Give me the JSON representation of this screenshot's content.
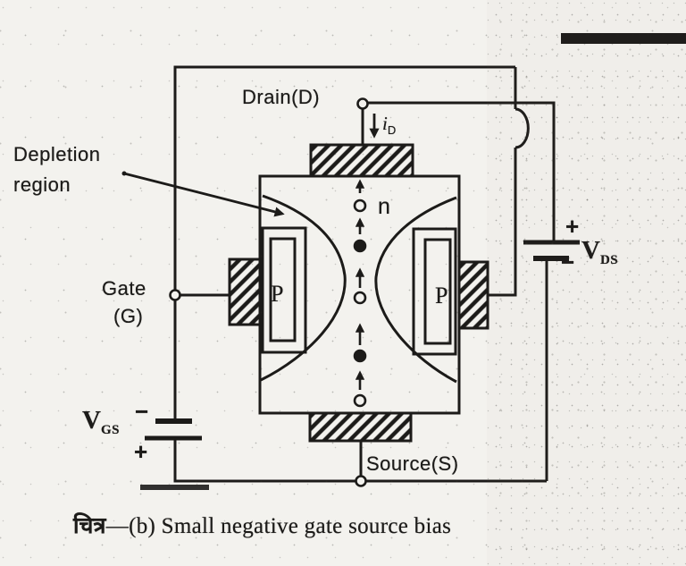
{
  "colors": {
    "ink": "#1c1b19",
    "paper": "#f3f2ee"
  },
  "terminals": {
    "drain": "Drain(D)",
    "gate_line1": "Gate",
    "gate_line2": "(G)",
    "source": "Source(S)"
  },
  "annotations": {
    "depletion_line1": "Depletion",
    "depletion_line2": "region",
    "channel_type": "n",
    "p_region_left": "P",
    "p_region_right": "P",
    "drain_current_symbol": "i",
    "drain_current_subscript": "D"
  },
  "batteries": {
    "vgs": {
      "symbol": "V",
      "subscript": "GS",
      "top_sign": "−",
      "bottom_sign": "+"
    },
    "vds": {
      "symbol": "V",
      "subscript": "DS",
      "top_sign": "+",
      "bottom_sign": "−"
    }
  },
  "caption": {
    "prefix": "चित्र",
    "text": "—(b) Small negative gate source bias"
  }
}
